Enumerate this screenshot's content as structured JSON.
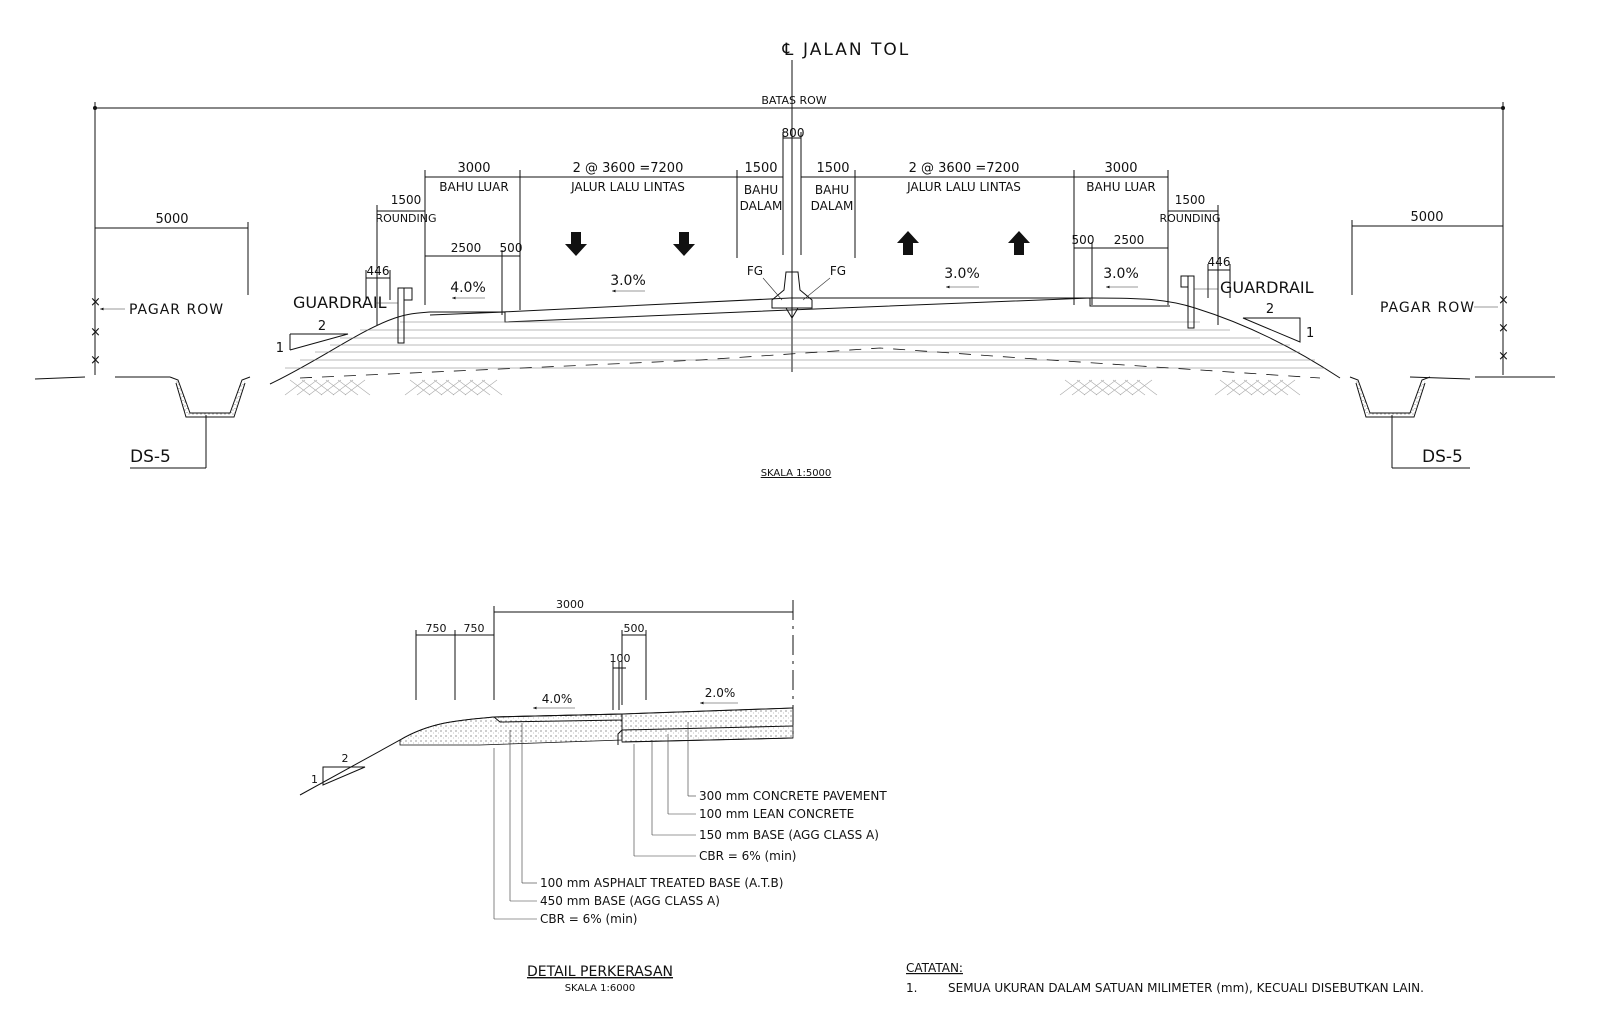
{
  "title": "JALAN TOL",
  "centerline_symbol": "℄",
  "row_label": "BATAS ROW",
  "median_width": "800",
  "dims_left": {
    "bahu_luar": "3000",
    "bahu_luar_label": "BAHU LUAR",
    "jalur": "2 @ 3600 =7200",
    "jalur_label": "JALUR LALU LINTAS",
    "bahu_dalam": "1500",
    "bahu_dalam_label_1": "BAHU",
    "bahu_dalam_label_2": "DALAM",
    "rounding": "1500",
    "rounding_label": "ROUNDING",
    "sub_2500": "2500",
    "sub_500": "500",
    "guardrail_offset": "446",
    "row_offset": "5000"
  },
  "dims_right": {
    "bahu_luar": "3000",
    "bahu_luar_label": "BAHU LUAR",
    "jalur": "2 @ 3600 =7200",
    "jalur_label": "JALUR LALU LINTAS",
    "bahu_dalam": "1500",
    "bahu_dalam_label_1": "BAHU",
    "bahu_dalam_label_2": "DALAM",
    "rounding": "1500",
    "rounding_label": "ROUNDING",
    "sub_2500": "2500",
    "sub_500": "500",
    "guardrail_offset": "446",
    "row_offset": "5000"
  },
  "slopes": {
    "left_shoulder": "4.0%",
    "left_lane": "3.0%",
    "right_lane": "3.0%",
    "right_shoulder": "3.0%",
    "embankment_h": "2",
    "embankment_v": "1"
  },
  "labels": {
    "guardrail": "GUARDRAIL",
    "fence": "PAGAR ROW",
    "drain": "DS-5",
    "fg": "FG",
    "scale_main": "SKALA 1:5000"
  },
  "detail": {
    "dim_3000": "3000",
    "dim_750a": "750",
    "dim_750b": "750",
    "dim_500": "500",
    "dim_100": "100",
    "slope_shoulder": "4.0%",
    "slope_lane": "2.0%",
    "slope_h": "2",
    "slope_v": "1",
    "layers_rigid": [
      "300 mm  CONCRETE  PAVEMENT",
      "100 mm  LEAN  CONCRETE",
      "150 mm   BASE  (AGG  CLASS  A)",
      "CBR  =  6%  (min)"
    ],
    "layers_flexible": [
      "100  mm  ASPHALT  TREATED  BASE  (A.T.B)",
      "450  mm  BASE  (AGG  CLASS  A)",
      "CBR  =  6%  (min)"
    ],
    "title": "DETAIL  PERKERASAN",
    "scale": "SKALA  1:6000"
  },
  "notes": {
    "heading": "CATATAN:",
    "item_no": "1.",
    "item_text": "SEMUA  UKURAN  DALAM  SATUAN  MILIMETER  (mm),  KECUALI  DISEBUTKAN  LAIN."
  }
}
